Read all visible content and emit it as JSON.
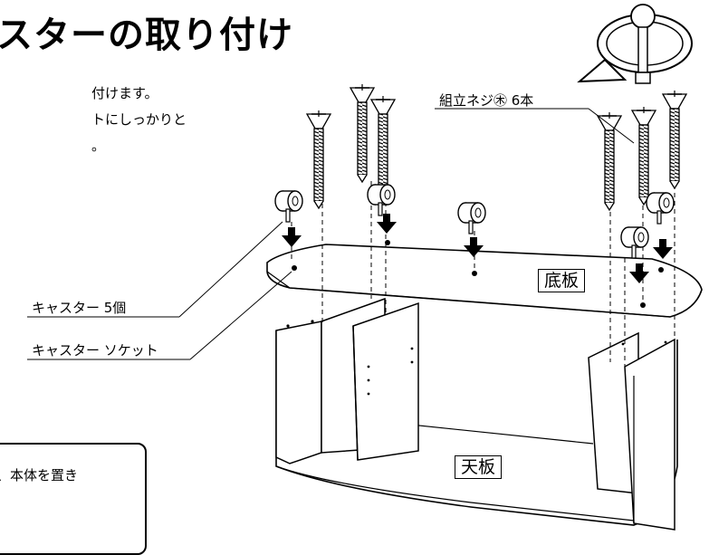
{
  "heading": {
    "title": "スターの取り付け"
  },
  "instructions": {
    "line1": "付けます。",
    "line2": "トにしっかりと",
    "line3": "。"
  },
  "labels": {
    "screws": "組立ネジ㊍ 6本",
    "casters": "キャスター 5個",
    "caster_socket": "キャスター ソケット",
    "bottom_board": "底板",
    "top_board": "天板"
  },
  "note": {
    "text": "、本体を置き"
  },
  "icons": {
    "rotation": "clockwise-rotation-icon",
    "arrow": "down-arrow-icon"
  }
}
